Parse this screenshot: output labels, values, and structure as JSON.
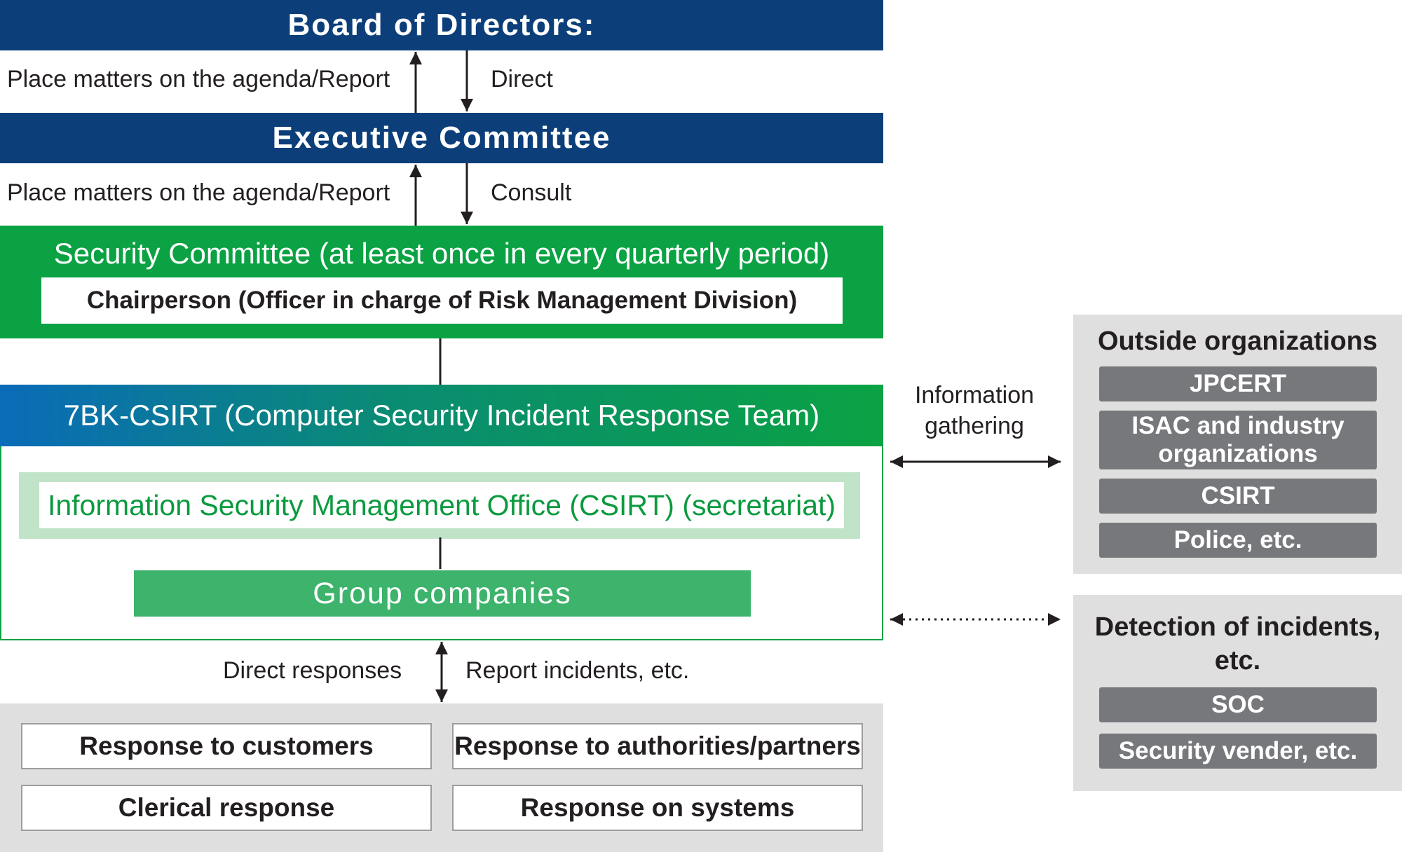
{
  "board": {
    "title": "Board of Directors:"
  },
  "board_exec_links": {
    "up_label": "Place matters on the agenda/Report",
    "down_label": "Direct"
  },
  "executive": {
    "title": "Executive Committee"
  },
  "exec_security_links": {
    "up_label": "Place matters on the agenda/Report",
    "down_label": "Consult"
  },
  "security_committee": {
    "title": "Security Committee (at least once in every quarterly period)",
    "chair": "Chairperson (Officer in charge of Risk Management Division)"
  },
  "csirt": {
    "title": "7BK-CSIRT (Computer Security Incident Response Team)",
    "office": "Information Security Management Office (CSIRT) (secretariat)",
    "group": "Group companies"
  },
  "info_gathering": {
    "label_line1": "Information",
    "label_line2": "gathering"
  },
  "outside": {
    "title": "Outside organizations",
    "items": [
      {
        "line1": "JPCERT",
        "line2": ""
      },
      {
        "line1": "ISAC and industry",
        "line2": "organizations"
      },
      {
        "line1": "CSIRT",
        "line2": ""
      },
      {
        "line1": "Police, etc.",
        "line2": ""
      }
    ]
  },
  "detection": {
    "title_line1": "Detection of incidents,",
    "title_line2": "etc.",
    "items": [
      "SOC",
      "Security vender, etc."
    ]
  },
  "bottom_links": {
    "left_label": "Direct responses",
    "right_label": "Report incidents, etc."
  },
  "responses": {
    "customers": "Response to customers",
    "authorities": "Response to authorities/partners",
    "clerical": "Clerical response",
    "systems": "Response on systems"
  },
  "colors": {
    "navy": "#0c3f7a",
    "green": "#0aa243",
    "csirt_gradient_start": "#0a6bb8",
    "csirt_gradient_end": "#0aa243",
    "office_band": "#c1e3c8",
    "office_text": "#0a9a3e",
    "group_fill": "#3db36c",
    "panel_gray": "#e0dfe0",
    "button_gray": "#77787b"
  }
}
